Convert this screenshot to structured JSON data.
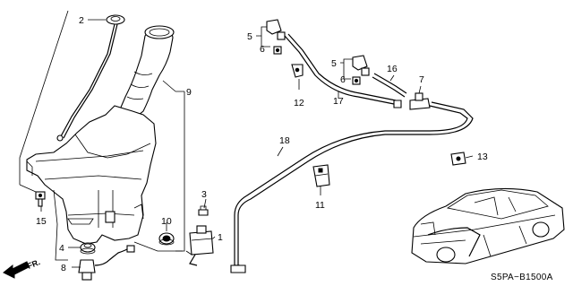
{
  "diagram": {
    "callouts": [
      {
        "id": "c1",
        "text": "1"
      },
      {
        "id": "c2",
        "text": "2"
      },
      {
        "id": "c3",
        "text": "3"
      },
      {
        "id": "c4",
        "text": "4"
      },
      {
        "id": "c5a",
        "text": "5"
      },
      {
        "id": "c5b",
        "text": "5"
      },
      {
        "id": "c6a",
        "text": "6"
      },
      {
        "id": "c6b",
        "text": "6"
      },
      {
        "id": "c7",
        "text": "7"
      },
      {
        "id": "c8",
        "text": "8"
      },
      {
        "id": "c9",
        "text": "9"
      },
      {
        "id": "c10",
        "text": "10"
      },
      {
        "id": "c11",
        "text": "11"
      },
      {
        "id": "c12",
        "text": "12"
      },
      {
        "id": "c13",
        "text": "13"
      },
      {
        "id": "c15",
        "text": "15"
      },
      {
        "id": "c16",
        "text": "16"
      },
      {
        "id": "c17",
        "text": "17"
      },
      {
        "id": "c18",
        "text": "18"
      }
    ],
    "direction_label": "FR.",
    "diagram_code": "S5PA−B1500A"
  }
}
